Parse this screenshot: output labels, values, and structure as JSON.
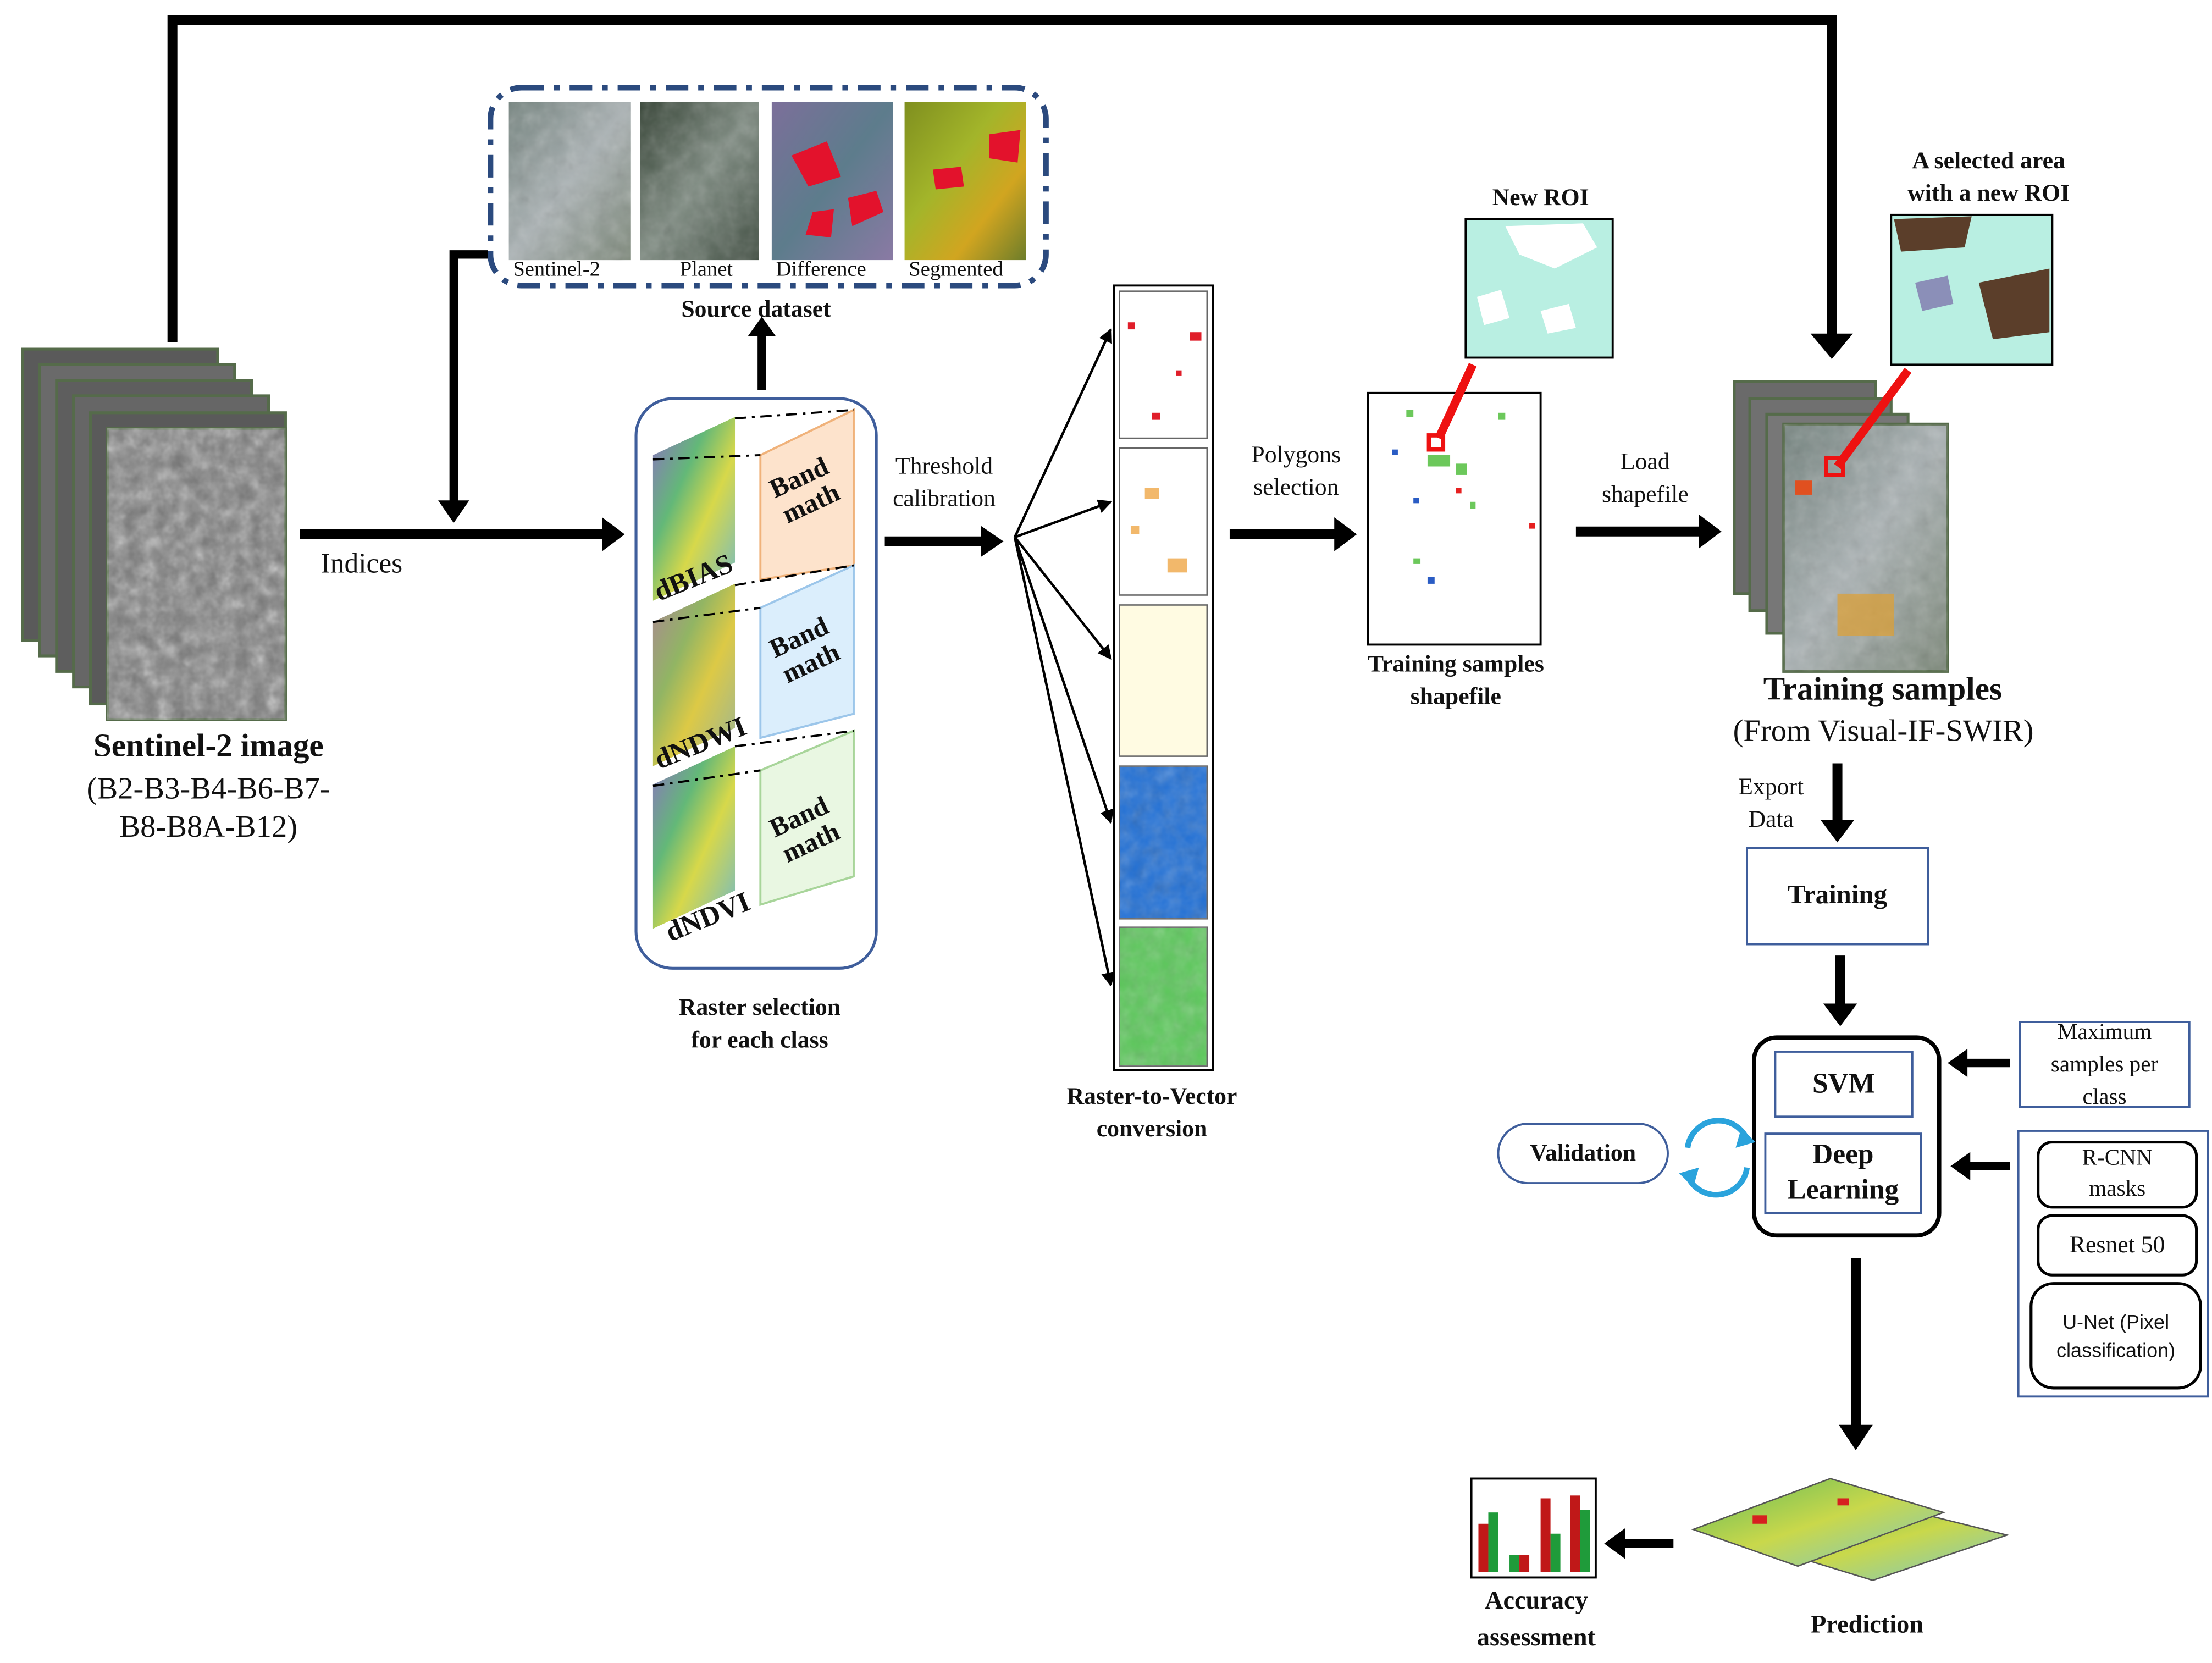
{
  "sentinel_stack": {
    "title": "Sentinel-2 image",
    "bands_line1": "(B2-B3-B4-B6-B7-",
    "bands_line2": "B8-B8A-B12)"
  },
  "indices_label": "Indices",
  "source_dataset": {
    "title": "Source dataset",
    "thumbs": [
      "Sentinel-2",
      "Planet",
      "Difference",
      "Segmented"
    ]
  },
  "raster_selection": {
    "caption_line1": "Raster selection",
    "caption_line2": "for each class",
    "band_math_line1": "Band",
    "band_math_line2": "math",
    "indices": [
      "dBIAS",
      "dNDWI",
      "dNDVI"
    ]
  },
  "threshold_label": {
    "line1": "Threshold",
    "line2": "calibration"
  },
  "raster_to_vector": {
    "line1": "Raster-to-Vector",
    "line2": "conversion"
  },
  "polygons_label": {
    "line1": "Polygons",
    "line2": "selection"
  },
  "new_roi_label": "New ROI",
  "training_shapefile": {
    "line1": "Training samples",
    "line2": "shapefile"
  },
  "load_label": {
    "line1": "Load",
    "line2": "shapefile"
  },
  "selected_area": {
    "line1": "A selected area",
    "line2": "with a new ROI"
  },
  "training_samples": {
    "title": "Training samples",
    "subtitle": "(From Visual-IF-SWIR)"
  },
  "export_label": {
    "line1": "Export",
    "line2": "Data"
  },
  "training_box": "Training",
  "max_samples": {
    "line1": "Maximum",
    "line2": "samples per",
    "line3": "class"
  },
  "svm_box": "SVM",
  "deep_learning": {
    "line1": "Deep",
    "line2": "Learning"
  },
  "validation_box": "Validation",
  "models": {
    "rcnn_line1": "R-CNN",
    "rcnn_line2": "masks",
    "resnet": "Resnet 50",
    "unet_line1": "U-Net (Pixel",
    "unet_line2": "classification)"
  },
  "prediction_label": "Prediction",
  "accuracy_label": {
    "line1": "Accuracy",
    "line2": "assessment"
  },
  "colors": {
    "dashed_frame": "#2b4a7e",
    "box_border": "#3f5e9c",
    "roi_red": "#ee1111",
    "cycle_blue": "#2aa3dc",
    "band_math_orange": "#fde3cc",
    "band_math_blue": "#dbeefc",
    "band_math_green": "#e9f7e2"
  }
}
